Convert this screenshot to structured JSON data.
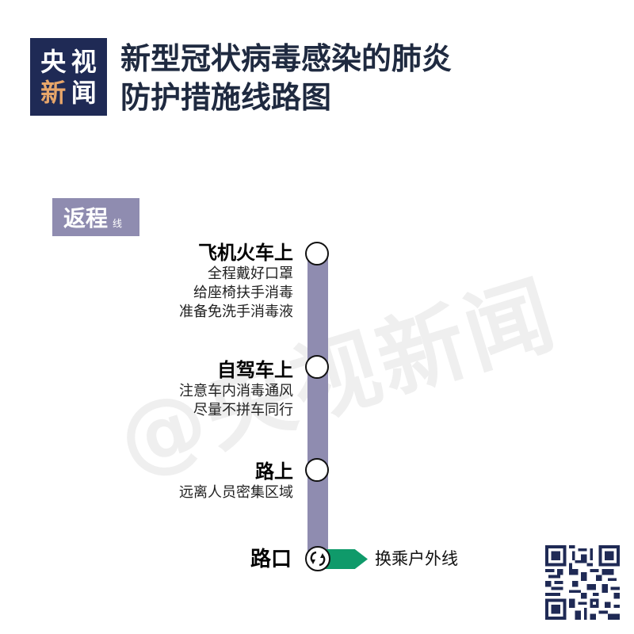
{
  "header": {
    "logo": {
      "chars": [
        "央",
        "视",
        "新",
        "闻"
      ],
      "accent_char_index": 2,
      "bg_color": "#1f2a55",
      "accent_color": "#e8a66a"
    },
    "title_lines": [
      "新型冠状病毒感染的肺炎",
      "防护措施线路图"
    ]
  },
  "watermark": "@央视新闻",
  "line": {
    "name": "返程",
    "suffix": "线",
    "color": "#8f8cb0"
  },
  "stops": [
    {
      "name": "飞机火车上",
      "details": [
        "全程戴好口罩",
        "给座椅扶手消毒",
        "准备免洗手消毒液"
      ]
    },
    {
      "name": "自驾车上",
      "details": [
        "注意车内消毒通风",
        "尽量不拼车同行"
      ]
    },
    {
      "name": "路上",
      "details": [
        "远离人员密集区域"
      ]
    }
  ],
  "transfer": {
    "name": "路口",
    "icon": "transfer-arrows-icon",
    "label": "换乘户外线",
    "color": "#0f9a6a"
  },
  "qr_code": {
    "icon": "qr-code-icon"
  }
}
